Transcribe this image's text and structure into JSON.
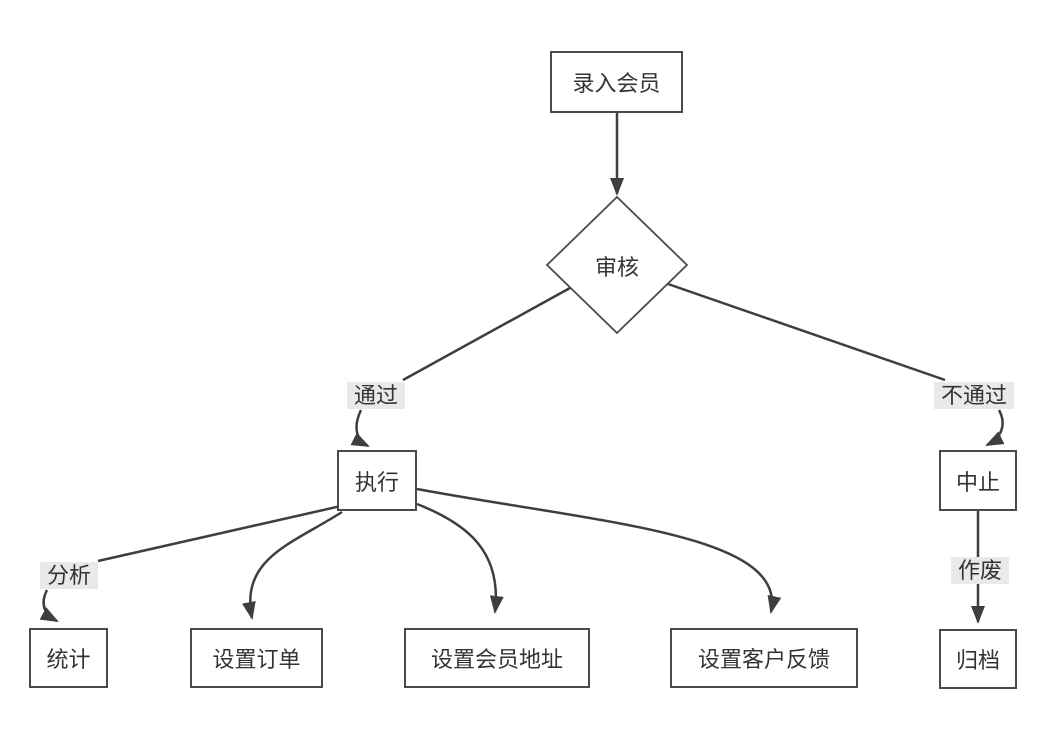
{
  "diagram": {
    "type": "flowchart",
    "nodes": {
      "start": {
        "label": "录入会员",
        "shape": "rectangle"
      },
      "review": {
        "label": "审核",
        "shape": "diamond"
      },
      "execute": {
        "label": "执行",
        "shape": "rectangle"
      },
      "abort": {
        "label": "中止",
        "shape": "rectangle"
      },
      "stats": {
        "label": "统计",
        "shape": "rectangle"
      },
      "set_order": {
        "label": "设置订单",
        "shape": "rectangle"
      },
      "set_member_address": {
        "label": "设置会员地址",
        "shape": "rectangle"
      },
      "set_customer_feedback": {
        "label": "设置客户反馈",
        "shape": "rectangle"
      },
      "archive": {
        "label": "归档",
        "shape": "rectangle"
      }
    },
    "edges": [
      {
        "from": "start",
        "to": "review",
        "label": ""
      },
      {
        "from": "review",
        "to": "execute",
        "label": "通过"
      },
      {
        "from": "review",
        "to": "abort",
        "label": "不通过"
      },
      {
        "from": "execute",
        "to": "stats",
        "label": "分析"
      },
      {
        "from": "execute",
        "to": "set_order",
        "label": ""
      },
      {
        "from": "execute",
        "to": "set_member_address",
        "label": ""
      },
      {
        "from": "execute",
        "to": "set_customer_feedback",
        "label": ""
      },
      {
        "from": "abort",
        "to": "archive",
        "label": "作废"
      }
    ],
    "colors": {
      "line": "#3e3e3e",
      "node_border": "#4a4a4a",
      "text": "#333333",
      "label_bg": "#e9e9e9",
      "node_bg": "#ffffff",
      "canvas_bg": "#ffffff"
    }
  }
}
